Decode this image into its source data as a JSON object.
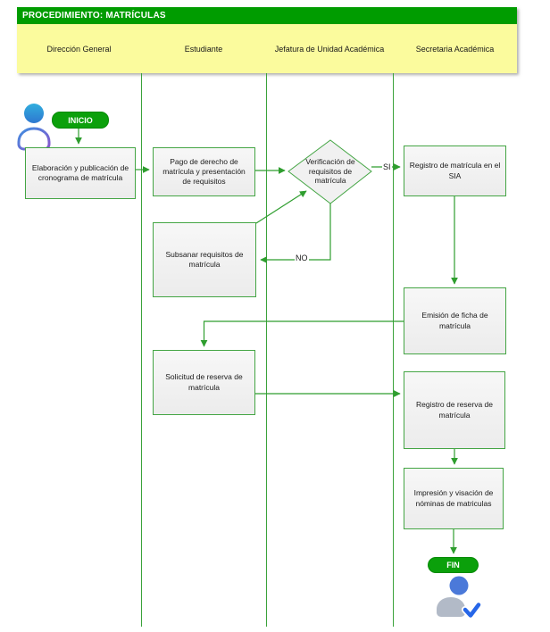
{
  "title": "PROCEDIMIENTO: MATRÍCULAS",
  "lanes": [
    "Dirección General",
    "Estudiante",
    "Jefatura de Unidad Académica",
    "Secretaria Académica"
  ],
  "nodes": {
    "start": "INICIO",
    "end": "FIN",
    "elaboracion": "Elaboración y publicación de cronograma de matrícula",
    "pago": "Pago de derecho de matrícula y presentación de requisitos",
    "verificacion": "Verificación de requisitos de matrícula",
    "registro_sia": "Registro de matrícula en el SIA",
    "subsanar": "Subsanar requisitos de matrícula",
    "emision": "Emisión de ficha de matrícula",
    "solicitud": "Solicitud de reserva de matrícula",
    "registro_reserva": "Registro de reserva de matrícula",
    "impresion": "Impresión y visación de nóminas de matriculas"
  },
  "edge_labels": {
    "yes": "SI",
    "no": "NO"
  },
  "colors": {
    "header_green": "#009c00",
    "lane_yellow": "#fbfb9d",
    "line_green": "#2f9e2f",
    "box_border_green": "#44a544",
    "box_fill": "#f1f1f1",
    "pill_green": "#0ba00b",
    "person_head_blue": "#4b79d9",
    "person_body_gray": "#b2bac7",
    "check_blue": "#2666e8"
  }
}
